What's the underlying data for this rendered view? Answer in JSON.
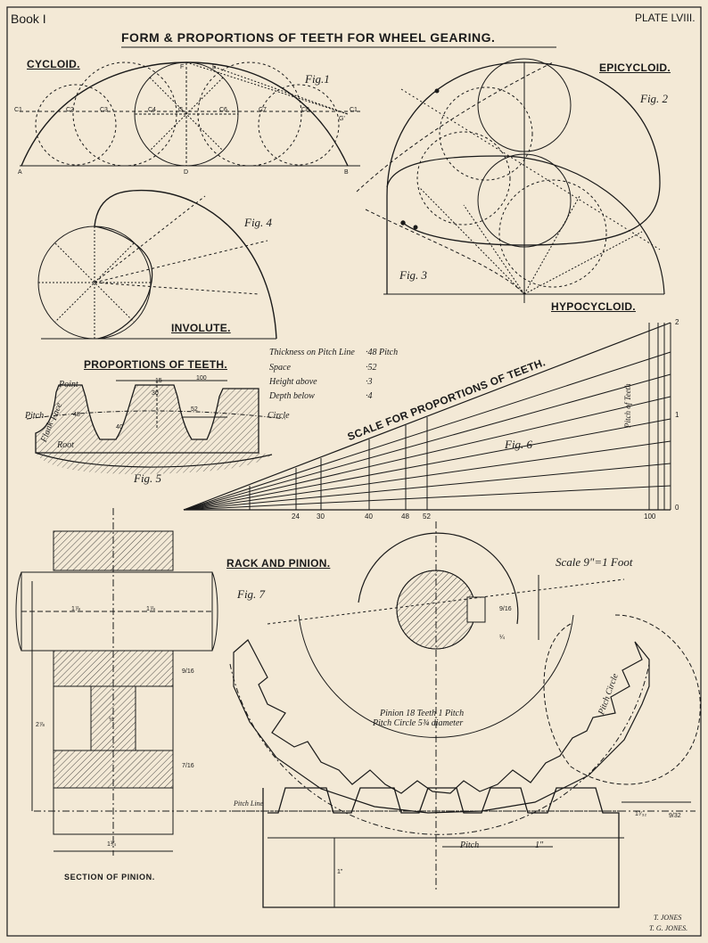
{
  "header": {
    "book": "Book I",
    "plate": "PLATE LVIII.",
    "title": "FORM & PROPORTIONS OF TEETH FOR WHEEL GEARING."
  },
  "labels": {
    "cycloid": "CYCLOID.",
    "epicycloid": "EPICYCLOID.",
    "hypocycloid": "HYPOCYCLOID.",
    "involute": "INVOLUTE.",
    "proportions": "PROPORTIONS OF TEETH.",
    "scale_title": "SCALE FOR PROPORTIONS OF TEETH.",
    "rack_pinion": "RACK AND PINION.",
    "section": "SECTION OF PINION.",
    "scale_note": "Scale 9\"=1 Foot"
  },
  "figs": {
    "f1": "Fig.1",
    "f2": "Fig. 2",
    "f3": "Fig. 3",
    "f4": "Fig. 4",
    "f5": "Fig. 5",
    "f6": "Fig. 6",
    "f7": "Fig. 7"
  },
  "cycloid_points": {
    "A": "A",
    "B": "B",
    "D": "D",
    "E": "E",
    "F": "F",
    "G": "G",
    "G1": "G'",
    "C1": "C1",
    "C2": "C2",
    "C3": "C3",
    "C4": "C4",
    "C6": "C6",
    "C7": "C7",
    "C8": "C8",
    "C9": "C1"
  },
  "proportions_table": [
    {
      "label": "Thickness on Pitch Line",
      "value": "·48 Pitch"
    },
    {
      "label": "Space",
      "value": "·52"
    },
    {
      "label": "Height above",
      "value": "·3"
    },
    {
      "label": "Depth below",
      "value": "·4"
    }
  ],
  "tooth_labels": {
    "point": "Point",
    "face": "Face",
    "flank": "Flank",
    "root": "Root",
    "pitch": "Pitch",
    "circle": "Circle",
    "d100": "100",
    "d48": "48",
    "d52": "52",
    "d30": "30",
    "d40": "40",
    "d15": "15"
  },
  "scale_ticks": [
    "24",
    "30",
    "40",
    "48",
    "52",
    "100"
  ],
  "scale_side": {
    "top": "2",
    "mid": "1",
    "bottom": "0",
    "axis": "Pitch of Teeth"
  },
  "pinion": {
    "note1": "Pinion 18 Teeth 1 Pitch",
    "note2": "Pitch Circle 5¾ diameter",
    "pitch_line": "Pitch Line",
    "pitch": "Pitch",
    "one_inch": "1\"",
    "pitch_circle": "Pitch Circle"
  },
  "dims": {
    "d178": "1⅞",
    "d2916": "9/16",
    "d278": "2⅞",
    "d716": "7/16",
    "d134": "1¾",
    "d12": "½",
    "d1": "1\"",
    "d14": "¼",
    "d132": "1⁷⁄₃₂",
    "d32": "9/32"
  },
  "signature": {
    "line1": "T. JONES",
    "line2": "T. G. JONES."
  },
  "colors": {
    "paper": "#f3e9d6",
    "ink": "#1a1a1a"
  }
}
